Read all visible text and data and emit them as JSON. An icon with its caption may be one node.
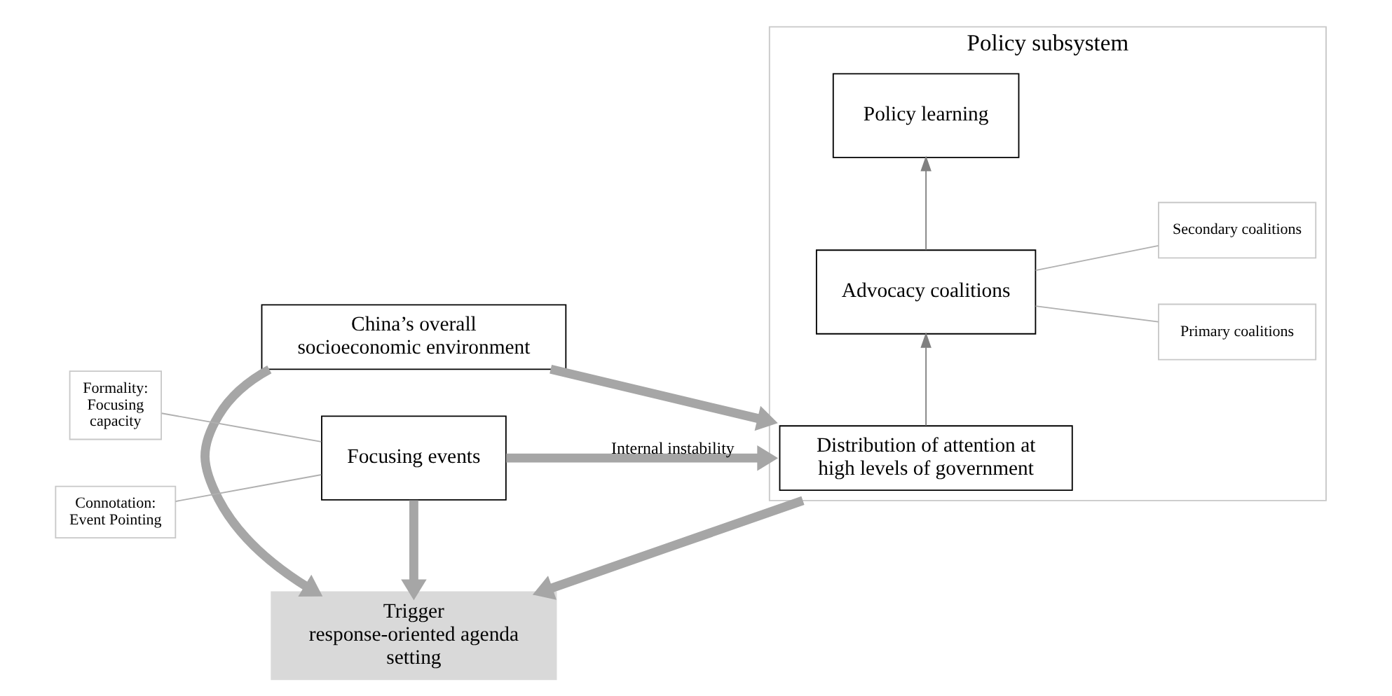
{
  "diagram": {
    "nodes": [
      {
        "text": [
          "China’s overall socioeconomic environment"
        ]
      },
      {
        "text": [
          "Trigger response-oriented agenda setting"
        ]
      },
      {
        "text": [
          "Formality: Focusing capacity"
        ]
      },
      {
        "text": [
          "Connotation: Event Pointing"
        ]
      },
      {
        "text": [
          "Focusing events"
        ]
      },
      {
        "text": [
          "Policy subsystem"
        ]
      },
      {
        "text": [
          "Distribution of attention at high levels of government"
        ],
        "in": 5
      },
      {
        "text": [
          "Advocacy coalitions"
        ],
        "in": 5
      },
      {
        "text": [
          "Primary coalitions"
        ],
        "in": 5
      },
      {
        "text": [
          "Secondary coalitions"
        ],
        "in": 5
      },
      {
        "text": [
          "Policy learning"
        ],
        "in": 5
      }
    ],
    "edges": [
      {
        "from": 0,
        "to": 5,
        "arrow": "to",
        "style": "thick",
        "color": "#a6a6a6"
      },
      {
        "from": 0,
        "to": 1,
        "arrow": "to",
        "style": "thick",
        "color": "#a6a6a6"
      },
      {
        "from": 5,
        "to": 1,
        "arrow": "to",
        "style": "thick",
        "color": "#a6a6a6"
      },
      {
        "from": 4,
        "to": 1,
        "arrow": "to",
        "style": "thick",
        "color": "#a6a6a6"
      },
      {
        "from": 4,
        "to": 5,
        "arrow": "to",
        "label": "Internal instability",
        "style": "thick",
        "color": "#a6a6a6"
      },
      {
        "from": 6,
        "to": 7,
        "arrow": "to"
      },
      {
        "from": 7,
        "to": 10,
        "arrow": "to"
      },
      {
        "from": 7,
        "to": 8,
        "arrow": "none",
        "color": "#b0b0b0"
      },
      {
        "from": 7,
        "to": 9,
        "arrow": "none",
        "color": "#b0b0b0"
      },
      {
        "from": 2,
        "to": 4,
        "arrow": "none",
        "color": "#b0b0b0"
      },
      {
        "from": 3,
        "to": 4,
        "arrow": "none",
        "color": "#b0b0b0"
      }
    ]
  }
}
